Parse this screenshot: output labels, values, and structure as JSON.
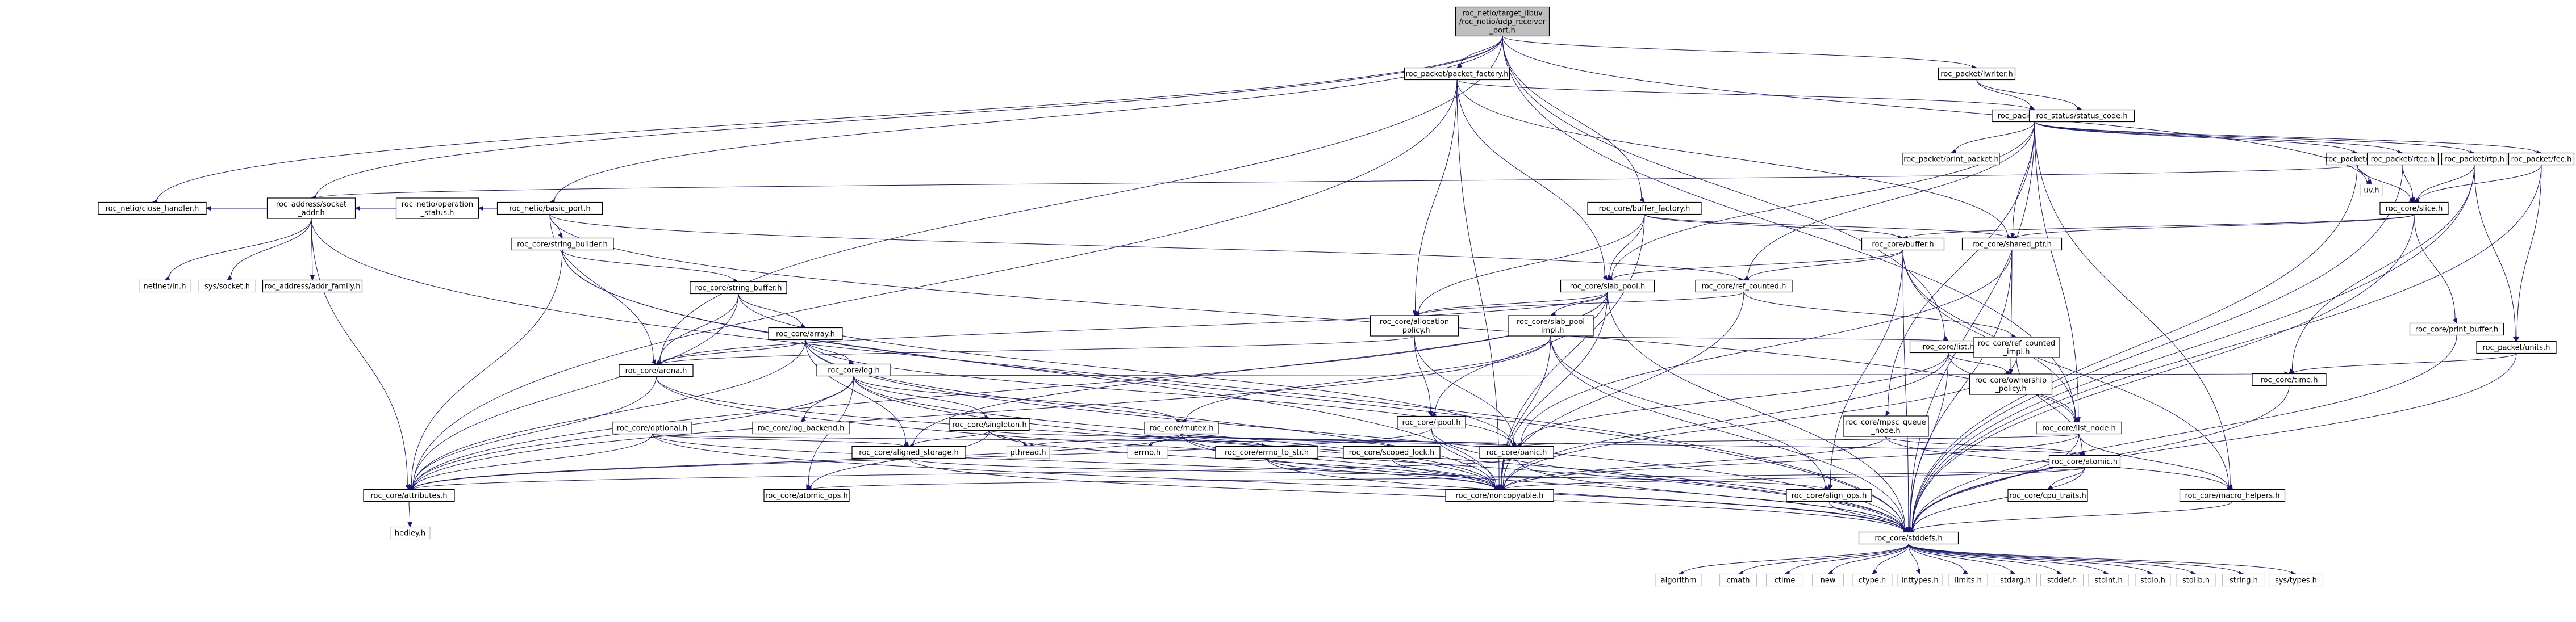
{
  "nodes": {
    "udp_receiver_port": [
      "roc_netio/target_libuv",
      "/roc_netio/udp_receiver",
      "_port.h"
    ],
    "packet_factory": [
      "roc_packet/packet_factory.h"
    ],
    "iwriter": [
      "roc_packet/iwriter.h"
    ],
    "packet": [
      "roc_packet/packet.h"
    ],
    "status_code": [
      "roc_status/status_code.h"
    ],
    "basic_port": [
      "roc_netio/basic_port.h"
    ],
    "buffer_factory": [
      "roc_core/buffer_factory.h"
    ],
    "udp": [
      "roc_packet/udp.h"
    ],
    "rtcp": [
      "roc_packet/rtcp.h"
    ],
    "rtp": [
      "roc_packet/rtp.h"
    ],
    "fec": [
      "roc_packet/fec.h"
    ],
    "print_packet": [
      "roc_packet/print_packet.h"
    ],
    "uv": [
      "uv.h"
    ],
    "slice": [
      "roc_core/slice.h"
    ],
    "close_handler": [
      "roc_netio/close_handler.h"
    ],
    "socket_addr": [
      "roc_address/socket",
      "_addr.h"
    ],
    "operation_status": [
      "roc_netio/operation",
      "_status.h"
    ],
    "string_builder": [
      "roc_core/string_builder.h"
    ],
    "buffer": [
      "roc_core/buffer.h"
    ],
    "shared_ptr": [
      "roc_core/shared_ptr.h"
    ],
    "netinet_in": [
      "netinet/in.h"
    ],
    "sys_socket": [
      "sys/socket.h"
    ],
    "addr_family": [
      "roc_address/addr_family.h"
    ],
    "string_buffer": [
      "roc_core/string_buffer.h"
    ],
    "slab_pool": [
      "roc_core/slab_pool.h"
    ],
    "ref_counted": [
      "roc_core/ref_counted.h"
    ],
    "print_buffer": [
      "roc_core/print_buffer.h"
    ],
    "array": [
      "roc_core/array.h"
    ],
    "allocation_policy": [
      "roc_core/allocation",
      "_policy.h"
    ],
    "slab_pool_impl": [
      "roc_core/slab_pool",
      "_impl.h"
    ],
    "list": [
      "roc_core/list.h"
    ],
    "ref_counted_impl": [
      "roc_core/ref_counted",
      "_impl.h"
    ],
    "units": [
      "roc_packet/units.h"
    ],
    "arena": [
      "roc_core/arena.h"
    ],
    "log": [
      "roc_core/log.h"
    ],
    "ownership_policy": [
      "roc_core/ownership",
      "_policy.h"
    ],
    "time": [
      "roc_core/time.h"
    ],
    "pool": [
      "roc_core/ipool.h"
    ],
    "optional": [
      "roc_core/optional.h"
    ],
    "log_backend": [
      "roc_core/log_backend.h"
    ],
    "singleton": [
      "roc_core/singleton.h"
    ],
    "mutex": [
      "roc_core/mutex.h"
    ],
    "mpsc_queue_node": [
      "roc_core/mpsc_queue",
      "_node.h"
    ],
    "list_node": [
      "roc_core/list_node.h"
    ],
    "aligned_storage": [
      "roc_core/aligned_storage.h"
    ],
    "pthread": [
      "pthread.h"
    ],
    "errno": [
      "errno.h"
    ],
    "errno_to_str": [
      "roc_core/errno_to_str.h"
    ],
    "scoped_lock": [
      "roc_core/scoped_lock.h"
    ],
    "panic": [
      "roc_core/panic.h"
    ],
    "atomic": [
      "roc_core/atomic.h"
    ],
    "attributes": [
      "roc_core/attributes.h"
    ],
    "atomic_ops": [
      "roc_core/atomic_ops.h"
    ],
    "noncopyable": [
      "roc_core/noncopyable.h"
    ],
    "align_ops": [
      "roc_core/align_ops.h"
    ],
    "cpu_traits": [
      "roc_core/cpu_traits.h"
    ],
    "macro_helpers": [
      "roc_core/macro_helpers.h"
    ],
    "hedley": [
      "hedley.h"
    ],
    "stddefs": [
      "roc_core/stddefs.h"
    ],
    "algorithm": [
      "algorithm"
    ],
    "cmath": [
      "cmath"
    ],
    "ctime": [
      "ctime"
    ],
    "new": [
      "new"
    ],
    "ctype": [
      "ctype.h"
    ],
    "inttypes": [
      "inttypes.h"
    ],
    "limits": [
      "limits.h"
    ],
    "stdarg": [
      "stdarg.h"
    ],
    "stddef": [
      "stddef.h"
    ],
    "stdint": [
      "stdint.h"
    ],
    "stdio": [
      "stdio.h"
    ],
    "stdlib": [
      "stdlib.h"
    ],
    "string": [
      "string.h"
    ],
    "sys_types": [
      "sys/types.h"
    ]
  },
  "edges": [
    [
      "udp_receiver_port",
      "packet_factory"
    ],
    [
      "udp_receiver_port",
      "iwriter"
    ],
    [
      "udp_receiver_port",
      "basic_port"
    ],
    [
      "udp_receiver_port",
      "buffer_factory"
    ],
    [
      "udp_receiver_port",
      "close_handler"
    ],
    [
      "udp_receiver_port",
      "socket_addr"
    ],
    [
      "udp_receiver_port",
      "uv"
    ],
    [
      "udp_receiver_port",
      "arena"
    ],
    [
      "udp_receiver_port",
      "list"
    ],
    [
      "udp_receiver_port",
      "list_node"
    ],
    [
      "packet_factory",
      "packet"
    ],
    [
      "packet_factory",
      "slab_pool"
    ],
    [
      "packet_factory",
      "allocation_policy"
    ],
    [
      "packet_factory",
      "noncopyable"
    ],
    [
      "packet_factory",
      "shared_ptr"
    ],
    [
      "packet_factory",
      "attributes"
    ],
    [
      "iwriter",
      "packet"
    ],
    [
      "iwriter",
      "status_code"
    ],
    [
      "packet",
      "udp"
    ],
    [
      "packet",
      "rtcp"
    ],
    [
      "packet",
      "rtp"
    ],
    [
      "packet",
      "fec"
    ],
    [
      "packet",
      "print_packet"
    ],
    [
      "packet",
      "shared_ptr"
    ],
    [
      "packet",
      "slab_pool"
    ],
    [
      "packet",
      "ref_counted"
    ],
    [
      "packet",
      "list_node"
    ],
    [
      "packet",
      "mpsc_queue_node"
    ],
    [
      "packet",
      "macro_helpers"
    ],
    [
      "packet",
      "stddefs"
    ],
    [
      "basic_port",
      "close_handler"
    ],
    [
      "basic_port",
      "socket_addr"
    ],
    [
      "basic_port",
      "operation_status"
    ],
    [
      "basic_port",
      "string_builder"
    ],
    [
      "basic_port",
      "arena"
    ],
    [
      "basic_port",
      "ref_counted"
    ],
    [
      "basic_port",
      "list_node"
    ],
    [
      "buffer_factory",
      "buffer"
    ],
    [
      "buffer_factory",
      "slab_pool"
    ],
    [
      "buffer_factory",
      "allocation_policy"
    ],
    [
      "buffer_factory",
      "shared_ptr"
    ],
    [
      "buffer_factory",
      "noncopyable"
    ],
    [
      "udp",
      "socket_addr"
    ],
    [
      "udp",
      "slice"
    ],
    [
      "udp",
      "uv"
    ],
    [
      "udp",
      "stddefs"
    ],
    [
      "rtcp",
      "slice"
    ],
    [
      "rtcp",
      "stddefs"
    ],
    [
      "rtp",
      "slice"
    ],
    [
      "rtp",
      "units"
    ],
    [
      "rtp",
      "time"
    ],
    [
      "rtp",
      "stddefs"
    ],
    [
      "fec",
      "slice"
    ],
    [
      "fec",
      "units"
    ],
    [
      "fec",
      "stddefs"
    ],
    [
      "slice",
      "buffer"
    ],
    [
      "slice",
      "print_buffer"
    ],
    [
      "slice",
      "shared_ptr"
    ],
    [
      "slice",
      "stddefs"
    ],
    [
      "socket_addr",
      "addr_family"
    ],
    [
      "socket_addr",
      "netinet_in"
    ],
    [
      "socket_addr",
      "sys_socket"
    ],
    [
      "socket_addr",
      "attributes"
    ],
    [
      "socket_addr",
      "stddefs"
    ],
    [
      "string_builder",
      "string_buffer"
    ],
    [
      "string_builder",
      "attributes"
    ],
    [
      "string_builder",
      "noncopyable"
    ],
    [
      "string_builder",
      "stddefs"
    ],
    [
      "buffer",
      "slab_pool"
    ],
    [
      "buffer",
      "ref_counted"
    ],
    [
      "buffer",
      "list_node"
    ],
    [
      "buffer",
      "macro_helpers"
    ],
    [
      "buffer",
      "stddefs"
    ],
    [
      "buffer",
      "align_ops"
    ],
    [
      "shared_ptr",
      "ownership_policy"
    ],
    [
      "shared_ptr",
      "panic"
    ],
    [
      "shared_ptr",
      "stddefs"
    ],
    [
      "string_buffer",
      "array"
    ],
    [
      "string_buffer",
      "arena"
    ],
    [
      "string_buffer",
      "panic"
    ],
    [
      "string_buffer",
      "attributes"
    ],
    [
      "slab_pool",
      "slab_pool_impl"
    ],
    [
      "slab_pool",
      "allocation_policy"
    ],
    [
      "slab_pool",
      "pool"
    ],
    [
      "slab_pool",
      "arena"
    ],
    [
      "slab_pool",
      "aligned_storage"
    ],
    [
      "slab_pool",
      "attributes"
    ],
    [
      "slab_pool",
      "noncopyable"
    ],
    [
      "slab_pool",
      "stddefs"
    ],
    [
      "ref_counted",
      "ref_counted_impl"
    ],
    [
      "ref_counted",
      "allocation_policy"
    ],
    [
      "ref_counted",
      "noncopyable"
    ],
    [
      "print_buffer",
      "stddefs"
    ],
    [
      "array",
      "arena"
    ],
    [
      "array",
      "log"
    ],
    [
      "array",
      "aligned_storage"
    ],
    [
      "array",
      "panic"
    ],
    [
      "array",
      "attributes"
    ],
    [
      "array",
      "noncopyable"
    ],
    [
      "array",
      "stddefs"
    ],
    [
      "allocation_policy",
      "arena"
    ],
    [
      "allocation_policy",
      "pool"
    ],
    [
      "allocation_policy",
      "panic"
    ],
    [
      "slab_pool_impl",
      "list"
    ],
    [
      "slab_pool_impl",
      "mutex"
    ],
    [
      "slab_pool_impl",
      "align_ops"
    ],
    [
      "slab_pool_impl",
      "attributes"
    ],
    [
      "slab_pool_impl",
      "noncopyable"
    ],
    [
      "slab_pool_impl",
      "stddefs"
    ],
    [
      "list",
      "list_node"
    ],
    [
      "list",
      "ownership_policy"
    ],
    [
      "list",
      "panic"
    ],
    [
      "list",
      "noncopyable"
    ],
    [
      "list",
      "stddefs"
    ],
    [
      "ref_counted_impl",
      "atomic"
    ],
    [
      "ref_counted_impl",
      "noncopyable"
    ],
    [
      "units",
      "time"
    ],
    [
      "units",
      "stddefs"
    ],
    [
      "arena",
      "attributes"
    ],
    [
      "arena",
      "noncopyable"
    ],
    [
      "arena",
      "stddefs"
    ],
    [
      "log",
      "time"
    ],
    [
      "log",
      "singleton"
    ],
    [
      "log",
      "mutex"
    ],
    [
      "log",
      "log_backend"
    ],
    [
      "log",
      "atomic_ops"
    ],
    [
      "log",
      "attributes"
    ],
    [
      "log",
      "noncopyable"
    ],
    [
      "log",
      "stddefs"
    ],
    [
      "time",
      "stddefs"
    ],
    [
      "pool",
      "attributes"
    ],
    [
      "pool",
      "noncopyable"
    ],
    [
      "pool",
      "stddefs"
    ],
    [
      "optional",
      "aligned_storage"
    ],
    [
      "optional",
      "panic"
    ],
    [
      "optional",
      "attributes"
    ],
    [
      "optional",
      "noncopyable"
    ],
    [
      "optional",
      "stddefs"
    ],
    [
      "singleton",
      "aligned_storage"
    ],
    [
      "singleton",
      "atomic_ops"
    ],
    [
      "singleton",
      "panic"
    ],
    [
      "singleton",
      "noncopyable"
    ],
    [
      "singleton",
      "pthread"
    ],
    [
      "mutex",
      "atomic"
    ],
    [
      "mutex",
      "errno_to_str"
    ],
    [
      "mutex",
      "scoped_lock"
    ],
    [
      "mutex",
      "panic"
    ],
    [
      "mutex",
      "attributes"
    ],
    [
      "mutex",
      "noncopyable"
    ],
    [
      "mutex",
      "stddefs"
    ],
    [
      "mutex",
      "pthread"
    ],
    [
      "mutex",
      "errno"
    ],
    [
      "mpsc_queue_node",
      "atomic"
    ],
    [
      "mpsc_queue_node",
      "macro_helpers"
    ],
    [
      "mpsc_queue_node",
      "noncopyable"
    ],
    [
      "list_node",
      "panic"
    ],
    [
      "list_node",
      "macro_helpers"
    ],
    [
      "list_node",
      "noncopyable"
    ],
    [
      "list_node",
      "stddefs"
    ],
    [
      "aligned_storage",
      "align_ops"
    ],
    [
      "aligned_storage",
      "stddefs"
    ],
    [
      "errno_to_str",
      "noncopyable"
    ],
    [
      "errno_to_str",
      "stddefs"
    ],
    [
      "scoped_lock",
      "noncopyable"
    ],
    [
      "panic",
      "attributes"
    ],
    [
      "panic",
      "stddefs"
    ],
    [
      "atomic",
      "atomic_ops"
    ],
    [
      "atomic",
      "cpu_traits"
    ],
    [
      "atomic",
      "noncopyable"
    ],
    [
      "atomic",
      "stddefs"
    ],
    [
      "attributes",
      "hedley"
    ],
    [
      "align_ops",
      "stddefs"
    ],
    [
      "macro_helpers",
      "stddefs"
    ],
    [
      "stddefs",
      "algorithm"
    ],
    [
      "stddefs",
      "cmath"
    ],
    [
      "stddefs",
      "ctime"
    ],
    [
      "stddefs",
      "new"
    ],
    [
      "stddefs",
      "ctype"
    ],
    [
      "stddefs",
      "inttypes"
    ],
    [
      "stddefs",
      "limits"
    ],
    [
      "stddefs",
      "stdarg"
    ],
    [
      "stddefs",
      "stddef"
    ],
    [
      "stddefs",
      "stdint"
    ],
    [
      "stddefs",
      "stdio"
    ],
    [
      "stddefs",
      "stdlib"
    ],
    [
      "stddefs",
      "string"
    ],
    [
      "stddefs",
      "sys_types"
    ]
  ]
}
